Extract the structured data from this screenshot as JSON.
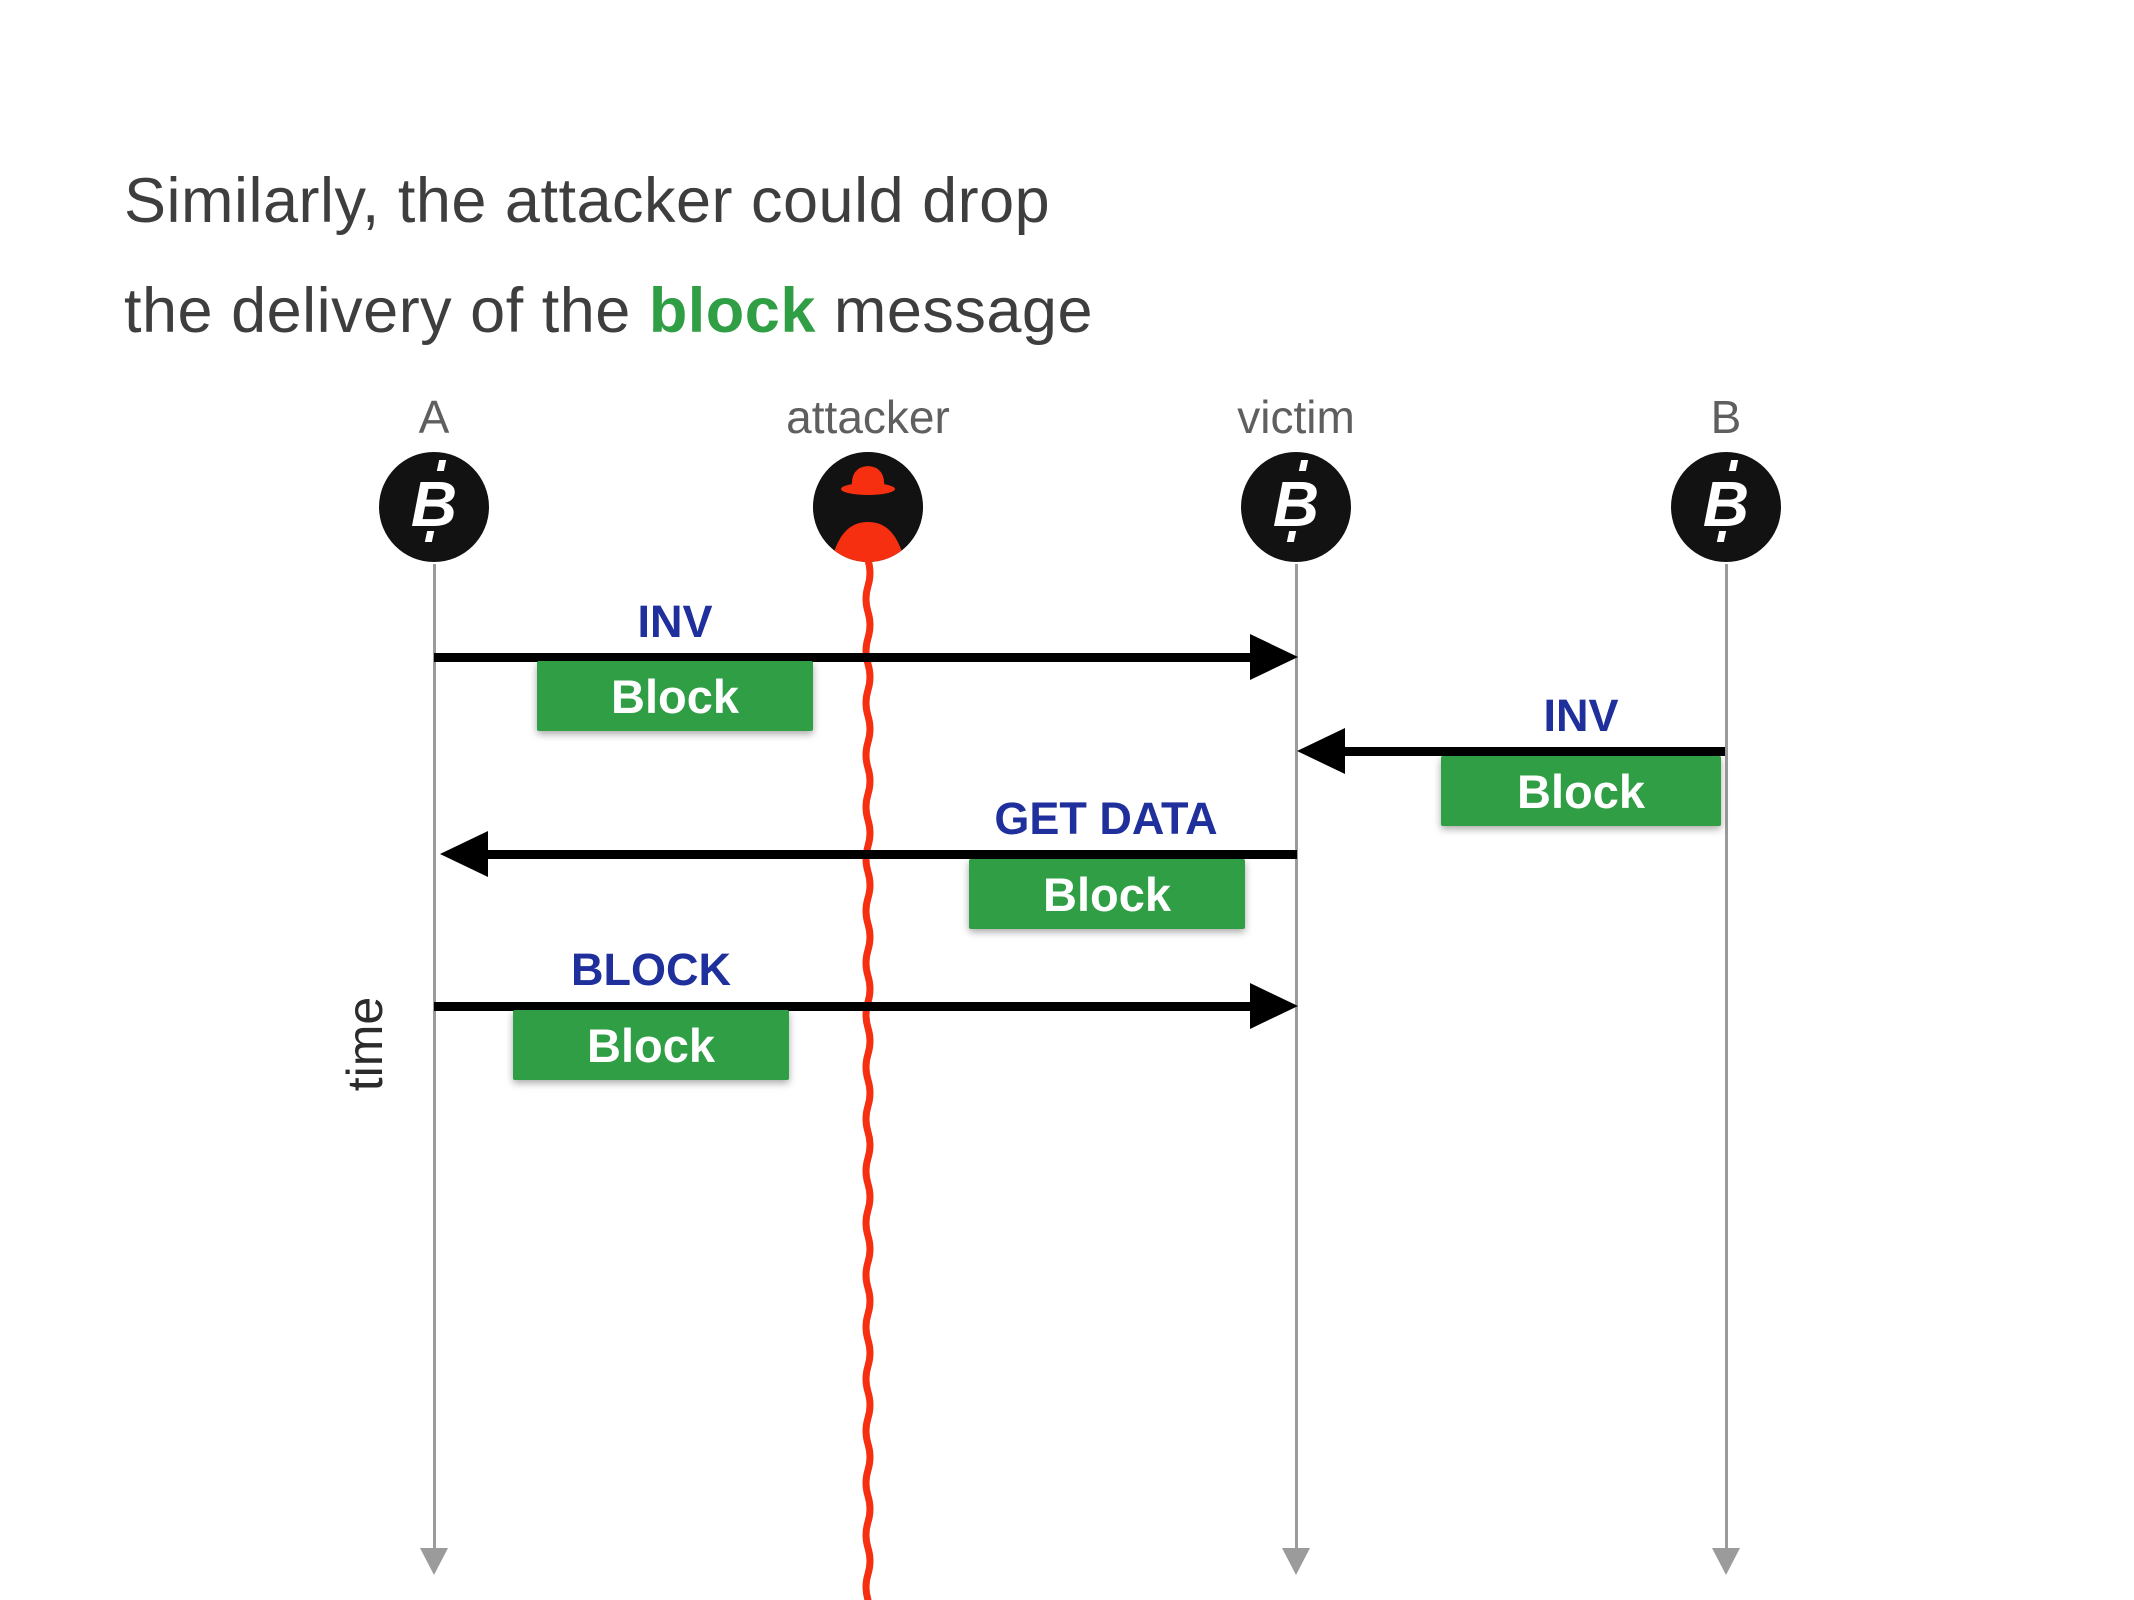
{
  "slide": {
    "title": {
      "line1": "Similarly, the attacker could drop",
      "line2_prefix": "the delivery of the ",
      "line2_highlight": "block",
      "line2_suffix": " message"
    },
    "time_axis_label": "time"
  },
  "actors": {
    "a": {
      "label": "A",
      "icon": "bitcoin-icon"
    },
    "attacker": {
      "label": "attacker",
      "icon": "attacker-icon"
    },
    "victim": {
      "label": "victim",
      "icon": "bitcoin-icon"
    },
    "b": {
      "label": "B",
      "icon": "bitcoin-icon"
    }
  },
  "icons": {
    "bitcoin_glyph": "B"
  },
  "messages": {
    "inv_a_to_victim": {
      "label": "INV",
      "payload": "Block",
      "from": "A",
      "to": "victim",
      "direction": "right"
    },
    "inv_b_to_victim": {
      "label": "INV",
      "payload": "Block",
      "from": "B",
      "to": "victim",
      "direction": "left"
    },
    "getdata_victim_to_a": {
      "label": "GET DATA",
      "payload": "Block",
      "from": "victim",
      "to": "A",
      "direction": "left"
    },
    "block_a_to_victim": {
      "label": "BLOCK",
      "payload": "Block",
      "from": "A",
      "to": "victim",
      "direction": "right"
    }
  },
  "colors": {
    "title_text": "#3e3e3e",
    "highlight_green": "#2f9e44",
    "message_label_blue": "#1f2f9b",
    "payload_box_green": "#2f9e44",
    "lifeline_gray": "#9b9b9b",
    "attacker_line_red": "#f62f10",
    "arrow_black": "#000000",
    "icon_black": "#121212"
  }
}
